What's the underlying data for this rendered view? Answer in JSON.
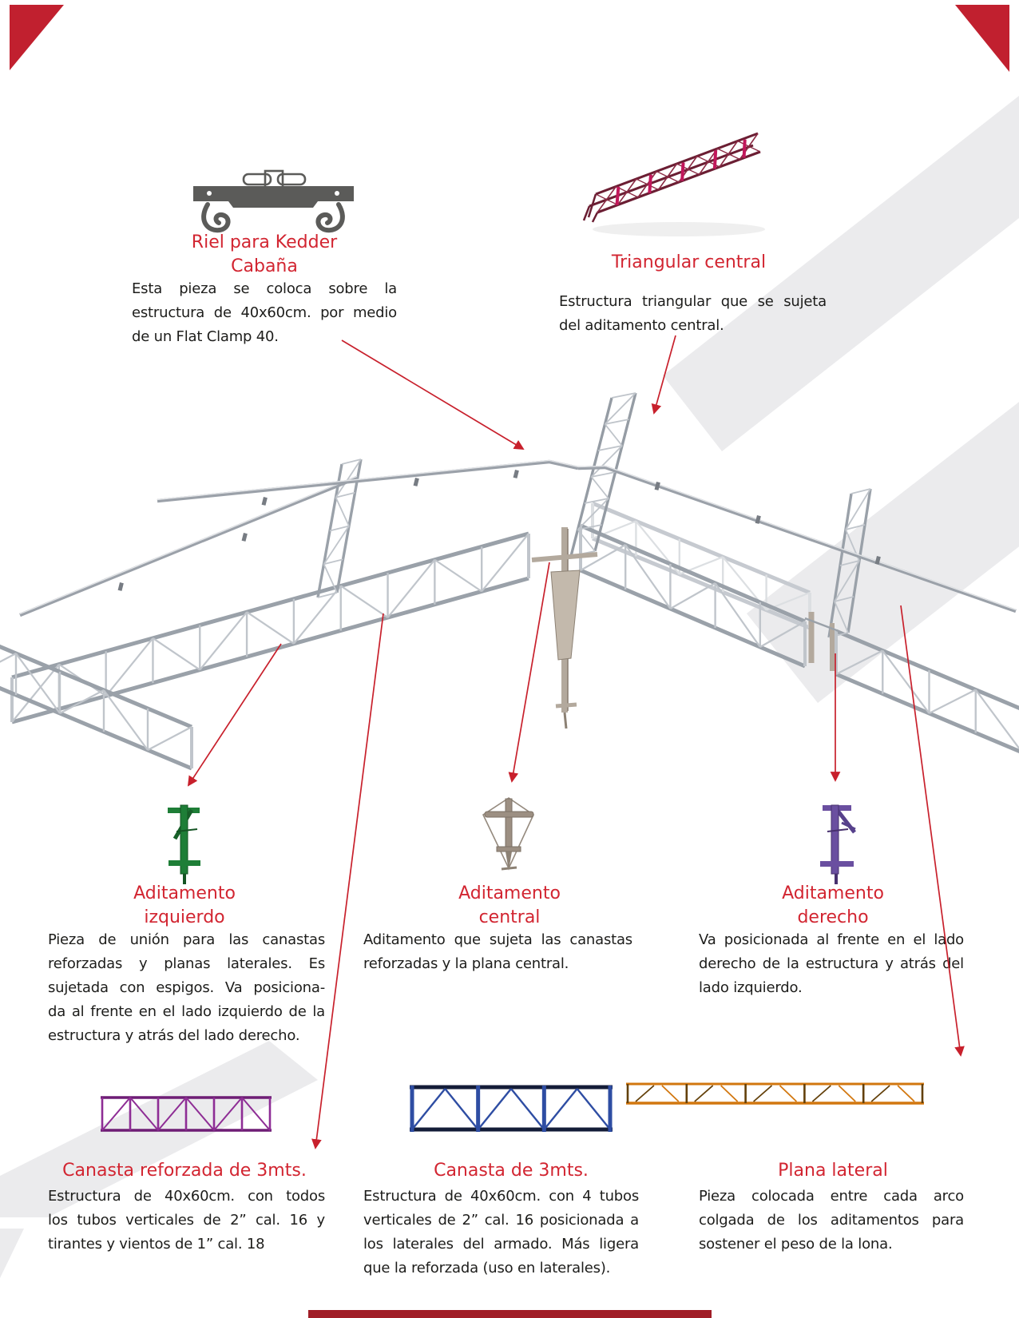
{
  "colors": {
    "accent_red": "#d22531",
    "arrow_red": "#c8202c",
    "text": "#1d1d1b",
    "decor_gray": "#ebebed",
    "riel_gray": "#5b5b59",
    "structure_silver": "#9aa1a9",
    "structure_web": "#c0c5cb",
    "structure_light": "#c6cad0",
    "structure_web_light": "#dcdfe2",
    "hardware_tan": "#b3a99d",
    "hardware_dark": "#8c8174",
    "triangular_maroon": "#6b1e33",
    "triangular_web": "#8a2a44",
    "triangular_pink": "#c2175b",
    "aditamento_izquierdo_green": "#1e7e37",
    "aditamento_izquierdo_dark": "#145423",
    "aditamento_derecho_purple": "#6a4fa0",
    "aditamento_derecho_dark": "#47306e",
    "aditamento_central_tan": "#9c8f82",
    "canasta_reforzada_purple": "#8e2d95",
    "canasta_reforzada_dark": "#6e1d75",
    "canasta_blue": "#2e4da3",
    "canasta_navy": "#141d38",
    "plana_orange": "#d2770f",
    "plana_dark": "#63400a"
  },
  "sections": {
    "riel": {
      "title_lines": [
        "Riel para Kedder",
        "Cabaña"
      ],
      "desc_lines": [
        "Esta pieza se coloca sobre la",
        "estructura de 40x60cm. por medio",
        "de un Flat Clamp 40."
      ]
    },
    "triangular": {
      "title": "Triangular central",
      "desc_lines": [
        "Estructura triangular que se sujeta",
        "del aditamento central."
      ]
    },
    "aditamento_izquierdo": {
      "title_lines": [
        "Aditamento",
        "izquierdo"
      ],
      "desc_lines": [
        "Pieza de unión para las canastas",
        "reforzadas y planas laterales. Es",
        "sujetada con espigos. Va posiciona-",
        "da al frente en el lado izquierdo de la",
        "estructura y atrás del lado derecho."
      ]
    },
    "aditamento_central": {
      "title_lines": [
        "Aditamento",
        "central"
      ],
      "desc_lines": [
        "Aditamento que sujeta las canastas",
        "reforzadas y la plana central."
      ]
    },
    "aditamento_derecho": {
      "title_lines": [
        "Aditamento",
        "derecho"
      ],
      "desc_lines": [
        "Va posicionada al frente en el lado",
        "derecho de la estructura y atrás del",
        "lado izquierdo."
      ]
    },
    "canasta_reforzada": {
      "title": "Canasta reforzada de 3mts.",
      "desc_lines": [
        "Estructura de 40x60cm. con todos",
        "los tubos verticales de 2” cal. 16 y",
        "tirantes y vientos de 1” cal. 18"
      ]
    },
    "canasta": {
      "title": "Canasta de 3mts.",
      "desc_lines": [
        "Estructura de 40x60cm. con 4 tubos",
        "verticales de 2” cal. 16 posicionada a",
        "los laterales del armado. Más ligera",
        "que la reforzada (uso en laterales)."
      ]
    },
    "plana": {
      "title": "Plana lateral",
      "desc_lines": [
        "Pieza colocada entre cada arco",
        "colgada de los aditamentos para",
        "sostener el peso de la lona."
      ]
    }
  }
}
